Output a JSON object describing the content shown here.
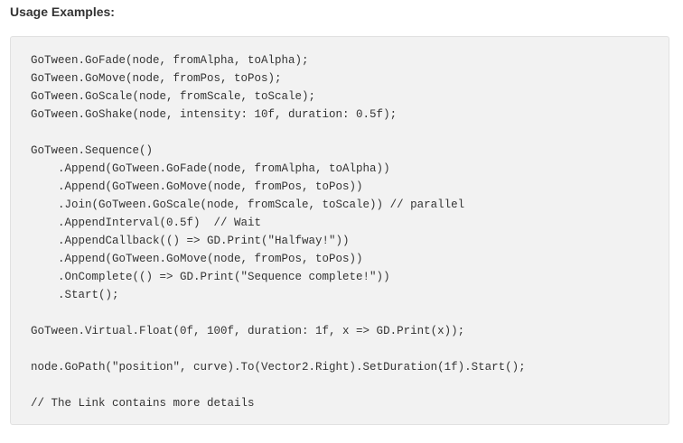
{
  "heading": "Usage Examples:",
  "code_lines": [
    "GoTween.GoFade(node, fromAlpha, toAlpha);",
    "GoTween.GoMove(node, fromPos, toPos);",
    "GoTween.GoScale(node, fromScale, toScale);",
    "GoTween.GoShake(node, intensity: 10f, duration: 0.5f);",
    "",
    "GoTween.Sequence()",
    "    .Append(GoTween.GoFade(node, fromAlpha, toAlpha))",
    "    .Append(GoTween.GoMove(node, fromPos, toPos))",
    "    .Join(GoTween.GoScale(node, fromScale, toScale)) // parallel",
    "    .AppendInterval(0.5f)  // Wait",
    "    .AppendCallback(() => GD.Print(\"Halfway!\"))",
    "    .Append(GoTween.GoMove(node, fromPos, toPos))",
    "    .OnComplete(() => GD.Print(\"Sequence complete!\"))",
    "    .Start();",
    "",
    "GoTween.Virtual.Float(0f, 100f, duration: 1f, x => GD.Print(x));",
    "",
    "node.GoPath(\"position\", curve).To(Vector2.Right).SetDuration(1f).Start();",
    "",
    "// The Link contains more details"
  ]
}
